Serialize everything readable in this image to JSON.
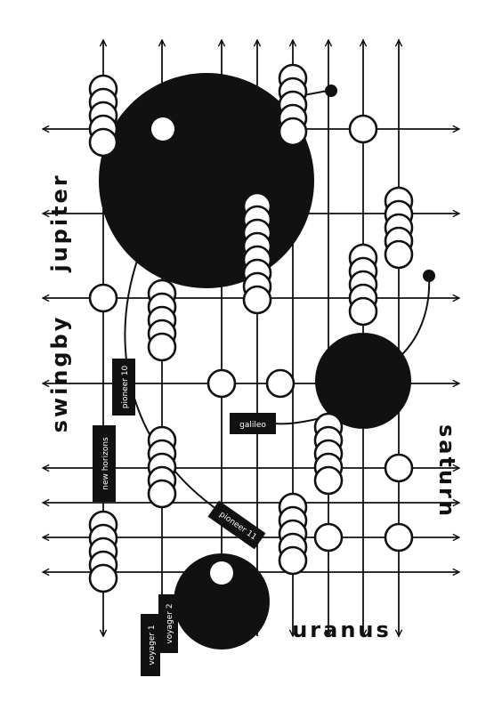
{
  "poster": {
    "planets": {
      "jupiter": "jupiter",
      "saturn": "saturn",
      "uranus": "uranus"
    },
    "swingby_text": "swingby",
    "probes": {
      "pioneer_10": "pioneer 10",
      "pioneer_11": "pioneer 11",
      "new_horizons": "new horizons",
      "galileo": "galileo",
      "voyager_1": "voyager 1",
      "voyager_2": "voyager 2"
    },
    "colors": {
      "ink": "#111111",
      "paper": "#ffffff"
    }
  }
}
